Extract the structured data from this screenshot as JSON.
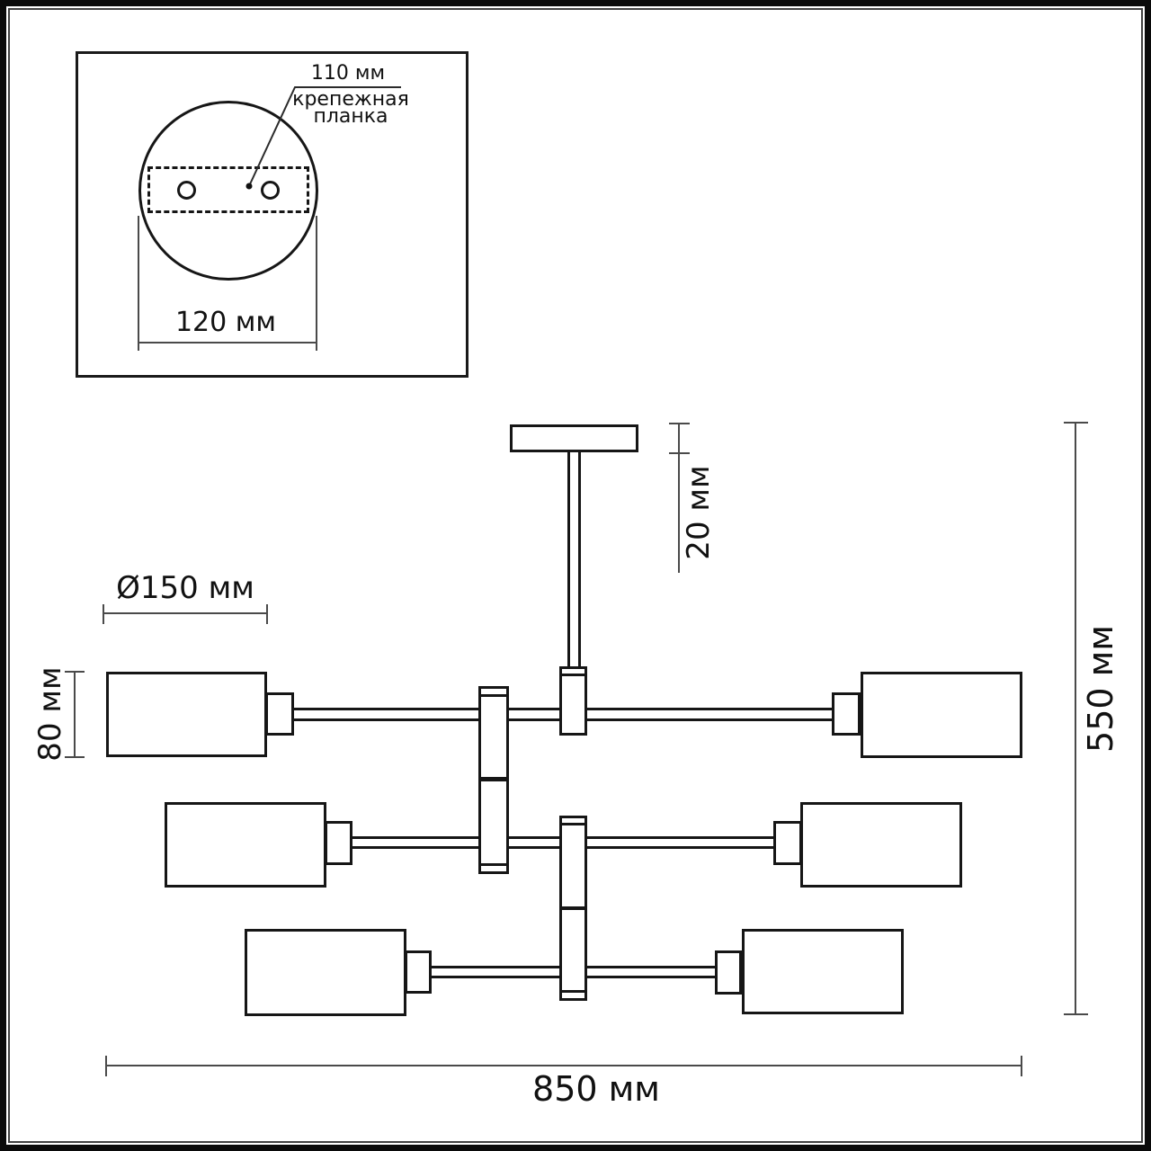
{
  "inset": {
    "hole_spacing_label": "110 мм",
    "mount_plate_label": "крепежная\nпланка",
    "plate_width_label": "120 мм"
  },
  "dimensions": {
    "canopy_height_label": "20 мм",
    "shade_diameter_label": "Ø150 мм",
    "shade_height_label": "80 мм",
    "fixture_height_label": "550 мм",
    "fixture_width_label": "850 мм"
  },
  "colors": {
    "drawing_line": "#161616",
    "dimension_line": "#4a4a4a",
    "background": "#ffffff"
  }
}
